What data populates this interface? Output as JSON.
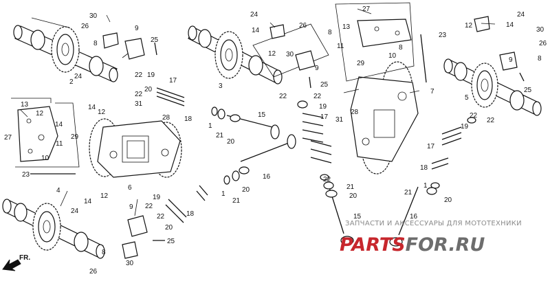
{
  "callouts": [
    "1",
    "2",
    "3",
    "4",
    "5",
    "6",
    "7",
    "8",
    "9",
    "10",
    "11",
    "12",
    "13",
    "14",
    "15",
    "16",
    "17",
    "18",
    "19",
    "20",
    "21",
    "22",
    "23",
    "24",
    "25",
    "26",
    "27",
    "28",
    "29",
    "30"
  ],
  "direction_arrow": {
    "label": "FR."
  },
  "watermark": {
    "caption": "ЗАПЧАСТИ И АКСЕССУАРЫ ДЛЯ МОТОТЕХНИКИ",
    "logo_part1": "PARTS",
    "logo_part2": "FOR.RU",
    "colors": {
      "accent": "#c7272d",
      "secondary": "#6d6d6d"
    }
  }
}
